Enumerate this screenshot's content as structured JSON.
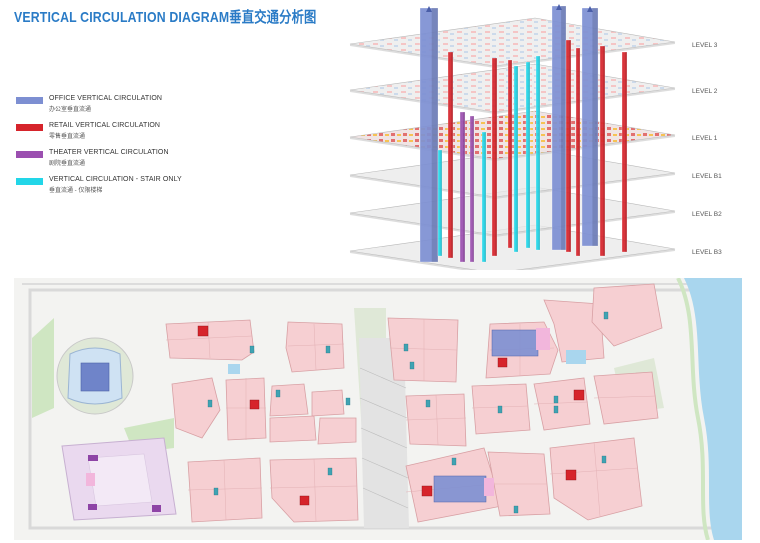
{
  "title": "VERTICAL CIRCULATION DIAGRAM垂直交通分析图",
  "legend": [
    {
      "en": "OFFICE VERTICAL CIRCULATION",
      "zh": "办公室垂直流通",
      "color": "#7d8fd2"
    },
    {
      "en": "RETAIL VERTICAL CIRCULATION",
      "zh": "零售垂直流通",
      "color": "#d6242b"
    },
    {
      "en": "THEATER VERTICAL CIRCULATION",
      "zh": "剧院垂直流通",
      "color": "#9b4fb0"
    },
    {
      "en": "VERTICAL CIRCULATION - STAIR ONLY",
      "zh": "垂直流通 - 仅限楼梯",
      "color": "#22d6e8"
    }
  ],
  "levels": [
    "LEVEL 3",
    "LEVEL 2",
    "LEVEL 1",
    "LEVEL B1",
    "LEVEL B2",
    "LEVEL B3"
  ],
  "colors": {
    "office": "#7d8fd2",
    "retail": "#d6242b",
    "theater": "#9b4fb0",
    "stair": "#22d6e8",
    "block_fill": "#f6cfd2",
    "block_stroke": "#d8a0a4",
    "green": "#cfe6c2",
    "water": "#a9d6ee",
    "title": "#2a7bc6"
  }
}
